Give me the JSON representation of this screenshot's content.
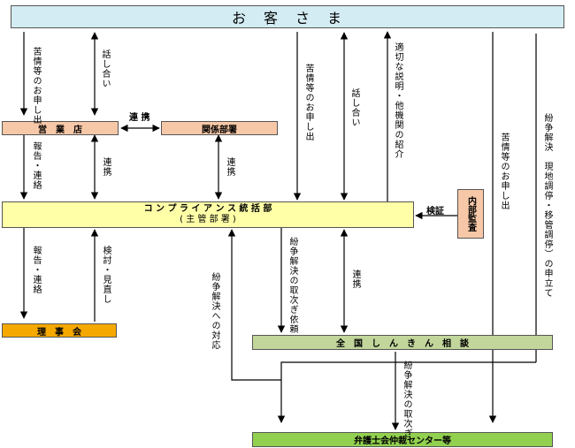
{
  "nodes": {
    "customer": "お　客　さ　ま",
    "branch": "営　業　店",
    "related": "関係部署",
    "compliance": "コ ン プ ラ イ ア ン ス 統 括 部",
    "compliance_sub": "( 主 管 部 署 )",
    "audit": "内部監査",
    "board": "理　事　会",
    "shinkin": "全　国　し　ん　き　ん　相　談",
    "bar": "弁護士会仲裁センター等"
  },
  "labels": {
    "complaint_branch": "苦情等のお申し出",
    "talk_branch": "話し合い",
    "talk_center": "話し合い",
    "complaint_center": "苦情等のお申し出",
    "explain": "適切な説明・他機関の紹介",
    "complaint_right": "苦情等のお申し出",
    "dispute_apply": "紛争解決　現地調停・移管調停）の申立て",
    "cooperation_top": "連 携",
    "report_1": "報告・連絡",
    "coop_branch": "連携",
    "coop_related": "連携",
    "verify": "検証",
    "report_2": "報告・連絡",
    "review": "検討・見直し",
    "dispute_response": "紛争解決への対応",
    "dispute_referral_1": "紛争解決の取次ぎ依頼",
    "coop_shinkin": "連携",
    "dispute_referral_2": "紛争解決の取次ぎ"
  },
  "colors": {
    "customer": "#d3ecf3",
    "branch": "#f7c8a8",
    "related": "#f7c8a8",
    "compliance": "#ffffa8",
    "audit": "#f7c8a8",
    "board": "#f5a800",
    "shinkin": "#c2d69b",
    "bar": "#92d050"
  }
}
